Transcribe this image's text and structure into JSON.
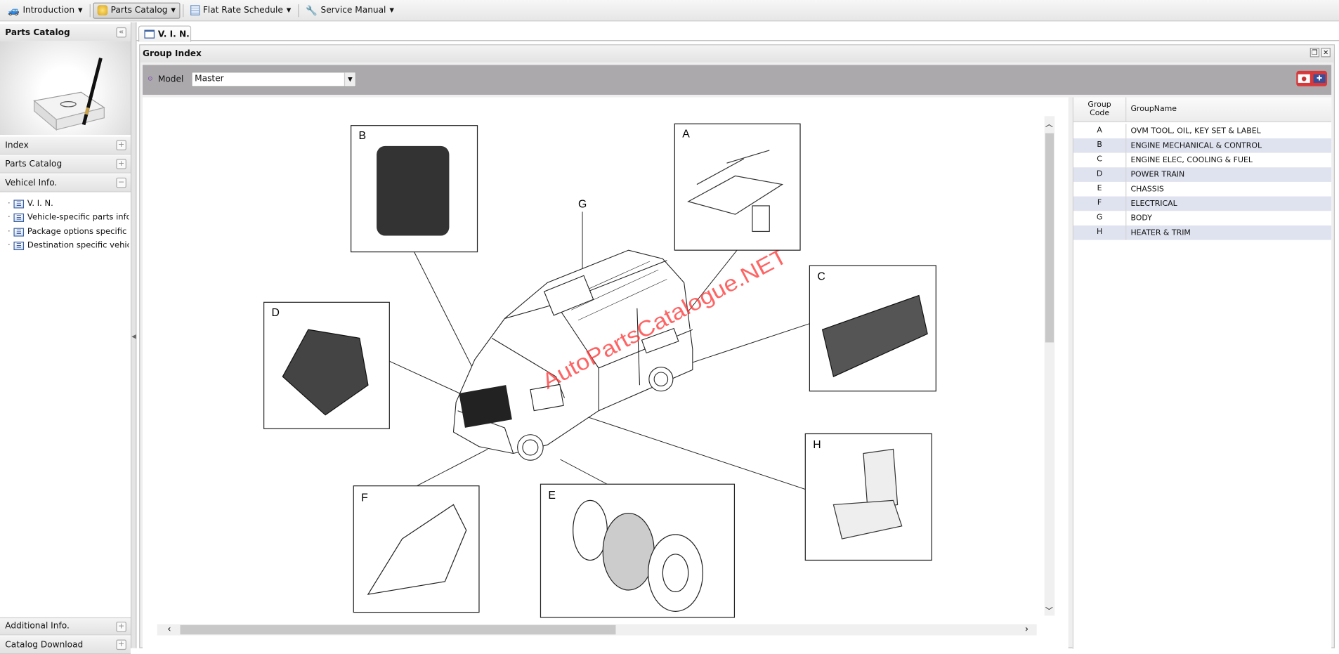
{
  "toolbar": {
    "items": [
      {
        "label": "Introduction",
        "icon": "car-icon"
      },
      {
        "label": "Parts Catalog",
        "icon": "box-icon"
      },
      {
        "label": "Flat Rate Schedule",
        "icon": "table-icon"
      },
      {
        "label": "Service Manual",
        "icon": "wrench-icon"
      }
    ]
  },
  "sidebar": {
    "title": "Parts Catalog",
    "collapse_label": "«",
    "sections": [
      {
        "label": "Index",
        "toggle": "+"
      },
      {
        "label": "Parts Catalog",
        "toggle": "+"
      },
      {
        "label": "Vehicel Info.",
        "toggle": "−"
      }
    ],
    "tree": [
      {
        "label": "V. I. N."
      },
      {
        "label": "Vehicle-specific parts info"
      },
      {
        "label": "Package options specific vehicle info"
      },
      {
        "label": "Destination specific vehicle info"
      }
    ],
    "bottom_sections": [
      {
        "label": "Additional Info.",
        "toggle": "+"
      },
      {
        "label": "Catalog Download",
        "toggle": "+"
      }
    ]
  },
  "tab": {
    "label": "V. I. N."
  },
  "group_index": {
    "title": "Group Index",
    "model_label": "Model",
    "model_value": "Master",
    "diagram_labels": [
      "A",
      "B",
      "C",
      "D",
      "E",
      "F",
      "G",
      "H"
    ],
    "watermark": "AutoPartsCatalogue.NET"
  },
  "grid": {
    "headers": {
      "code": "Group Code",
      "name": "GroupName"
    },
    "rows": [
      {
        "code": "A",
        "name": "OVM TOOL, OIL, KEY SET & LABEL"
      },
      {
        "code": "B",
        "name": "ENGINE MECHANICAL & CONTROL"
      },
      {
        "code": "C",
        "name": "ENGINE ELEC, COOLING & FUEL"
      },
      {
        "code": "D",
        "name": "POWER TRAIN"
      },
      {
        "code": "E",
        "name": "CHASSIS"
      },
      {
        "code": "F",
        "name": "ELECTRICAL"
      },
      {
        "code": "G",
        "name": "BODY"
      },
      {
        "code": "H",
        "name": "HEATER & TRIM"
      }
    ]
  },
  "colors": {
    "modelbar": "#aba9ac",
    "row_alt": "#dfe3ef",
    "flag_bg": "#d9383a",
    "watermark": "#ff3030"
  }
}
